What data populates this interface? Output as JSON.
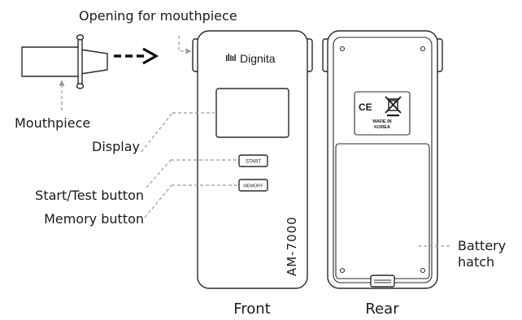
{
  "labels": {
    "opening": "Opening for mouthpiece",
    "mouthpiece": "Mouthpiece",
    "display": "Display",
    "start_test": "Start/Test button",
    "memory": "Memory button",
    "battery_line1": "Battery",
    "battery_line2": "hatch",
    "front": "Front",
    "rear": "Rear"
  },
  "device": {
    "brand": "Dignita",
    "model": "AM-7000",
    "start_button": "START",
    "memory_button": "MEMORY",
    "ce_mark": "CE",
    "made_in_line1": "MADE IN",
    "made_in_line2": "KOREA"
  },
  "colors": {
    "outline": "#2a2a2a",
    "leader_line": "#9a9a9a",
    "text": "#1a1a1a"
  }
}
